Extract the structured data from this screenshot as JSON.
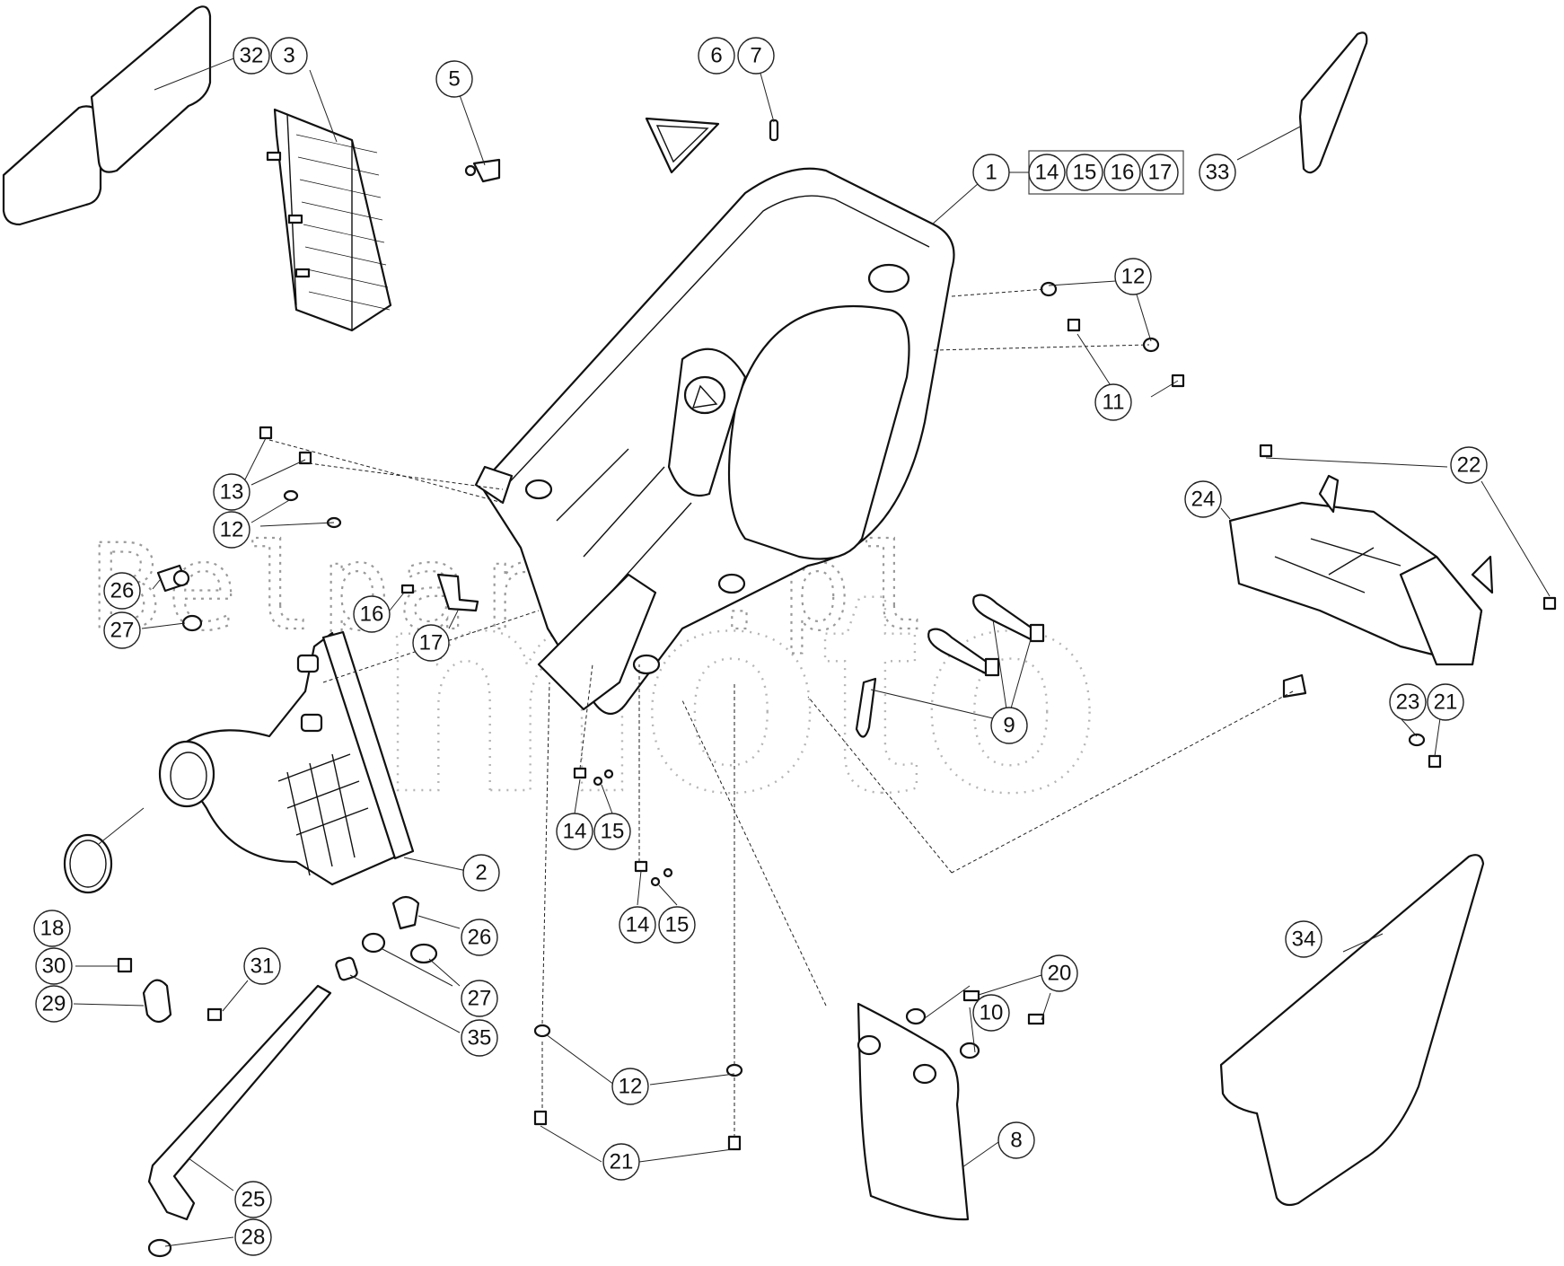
{
  "watermark": {
    "text": "Belparts.pl",
    "logo_text": "moto"
  },
  "callouts": [
    {
      "id": "c32a",
      "label": "32"
    },
    {
      "id": "c3",
      "label": "3"
    },
    {
      "id": "c5",
      "label": "5"
    },
    {
      "id": "c6",
      "label": "6"
    },
    {
      "id": "c7",
      "label": "7"
    },
    {
      "id": "c1",
      "label": "1"
    },
    {
      "id": "c14a",
      "label": "14"
    },
    {
      "id": "c15a",
      "label": "15"
    },
    {
      "id": "c16a",
      "label": "16"
    },
    {
      "id": "c17a",
      "label": "17"
    },
    {
      "id": "c33",
      "label": "33"
    },
    {
      "id": "c12a",
      "label": "12"
    },
    {
      "id": "c11",
      "label": "11"
    },
    {
      "id": "c13",
      "label": "13"
    },
    {
      "id": "c12b",
      "label": "12"
    },
    {
      "id": "c26a",
      "label": "26"
    },
    {
      "id": "c27a",
      "label": "27"
    },
    {
      "id": "c16b",
      "label": "16"
    },
    {
      "id": "c17b",
      "label": "17"
    },
    {
      "id": "c22",
      "label": "22"
    },
    {
      "id": "c24",
      "label": "24"
    },
    {
      "id": "c9",
      "label": "9"
    },
    {
      "id": "c23",
      "label": "23"
    },
    {
      "id": "c21a",
      "label": "21"
    },
    {
      "id": "c14b",
      "label": "14"
    },
    {
      "id": "c15b",
      "label": "15"
    },
    {
      "id": "c14c",
      "label": "14"
    },
    {
      "id": "c15c",
      "label": "15"
    },
    {
      "id": "c2",
      "label": "2"
    },
    {
      "id": "c18",
      "label": "18"
    },
    {
      "id": "c26b",
      "label": "26"
    },
    {
      "id": "c27b",
      "label": "27"
    },
    {
      "id": "c30",
      "label": "30"
    },
    {
      "id": "c31",
      "label": "31"
    },
    {
      "id": "c29",
      "label": "29"
    },
    {
      "id": "c35",
      "label": "35"
    },
    {
      "id": "c20",
      "label": "20"
    },
    {
      "id": "c10",
      "label": "10"
    },
    {
      "id": "c34",
      "label": "34"
    },
    {
      "id": "c12c",
      "label": "12"
    },
    {
      "id": "c21b",
      "label": "21"
    },
    {
      "id": "c8",
      "label": "8"
    },
    {
      "id": "c25",
      "label": "25"
    },
    {
      "id": "c28",
      "label": "28"
    }
  ]
}
